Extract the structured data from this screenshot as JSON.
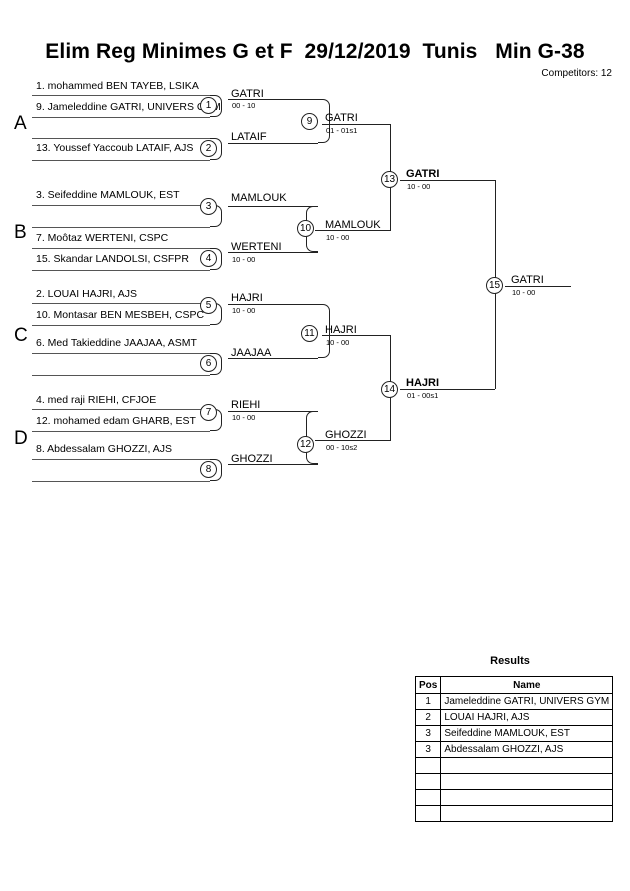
{
  "header": {
    "title": "Elim Reg Minimes G et F  29/12/2019  Tunis   Min G-38",
    "competitors": "Competitors: 12"
  },
  "groups": [
    {
      "label": "A"
    },
    {
      "label": "B"
    },
    {
      "label": "C"
    },
    {
      "label": "D"
    }
  ],
  "players": [
    {
      "id": "p1",
      "text": "1. mohammed BEN TAYEB, LSIKA"
    },
    {
      "id": "p9",
      "text": "9. Jameleddine GATRI, UNIVERS GYM"
    },
    {
      "id": "p13",
      "text": "13. Youssef Yaccoub LATAIF, AJS"
    },
    {
      "id": "p3",
      "text": "3. Seifeddine MAMLOUK, EST"
    },
    {
      "id": "p7",
      "text": "7. Moôtaz WERTENI, CSPC"
    },
    {
      "id": "p15",
      "text": "15. Skandar LANDOLSI, CSFPR"
    },
    {
      "id": "p2",
      "text": "2. LOUAI HAJRI, AJS"
    },
    {
      "id": "p10",
      "text": "10. Montasar BEN MESBEH, CSPC"
    },
    {
      "id": "p6",
      "text": "6. Med Takieddine JAAJAA, ASMT"
    },
    {
      "id": "p4",
      "text": "4. med raji RIEHI, CFJOE"
    },
    {
      "id": "p12",
      "text": "12. mohamed edam GHARB, EST"
    },
    {
      "id": "p8",
      "text": "8. Abdessalam GHOZZI, AJS"
    }
  ],
  "matches": [
    {
      "num": "1",
      "winner": "GATRI",
      "score": "00 - 10",
      "bold": false
    },
    {
      "num": "2",
      "winner": "LATAIF",
      "score": "",
      "bold": false
    },
    {
      "num": "3",
      "winner": "MAMLOUK",
      "score": "",
      "bold": false
    },
    {
      "num": "4",
      "winner": "WERTENI",
      "score": "10 - 00",
      "bold": false
    },
    {
      "num": "5",
      "winner": "HAJRI",
      "score": "10 - 00",
      "bold": false
    },
    {
      "num": "6",
      "winner": "JAAJAA",
      "score": "",
      "bold": false
    },
    {
      "num": "7",
      "winner": "RIEHI",
      "score": "10 - 00",
      "bold": false
    },
    {
      "num": "8",
      "winner": "GHOZZI",
      "score": "",
      "bold": false
    },
    {
      "num": "9",
      "winner": "GATRI",
      "score": "01 - 01s1",
      "bold": false
    },
    {
      "num": "10",
      "winner": "MAMLOUK",
      "score": "10 - 00",
      "bold": false
    },
    {
      "num": "11",
      "winner": "HAJRI",
      "score": "10 - 00",
      "bold": false
    },
    {
      "num": "12",
      "winner": "GHOZZI",
      "score": "00 - 10s2",
      "bold": false
    },
    {
      "num": "13",
      "winner": "GATRI",
      "score": "10 - 00",
      "bold": true
    },
    {
      "num": "14",
      "winner": "HAJRI",
      "score": "01 - 00s1",
      "bold": true
    },
    {
      "num": "15",
      "winner": "GATRI",
      "score": "10 - 00",
      "bold": false
    }
  ],
  "results": {
    "title": "Results",
    "columns": [
      "Pos",
      "Name"
    ],
    "rows": [
      {
        "pos": "1",
        "name": "Jameleddine GATRI, UNIVERS GYM"
      },
      {
        "pos": "2",
        "name": "LOUAI HAJRI, AJS"
      },
      {
        "pos": "3",
        "name": "Seifeddine MAMLOUK, EST"
      },
      {
        "pos": "3",
        "name": "Abdessalam GHOZZI, AJS"
      },
      {
        "pos": "",
        "name": ""
      },
      {
        "pos": "",
        "name": ""
      },
      {
        "pos": "",
        "name": ""
      },
      {
        "pos": "",
        "name": ""
      }
    ]
  }
}
